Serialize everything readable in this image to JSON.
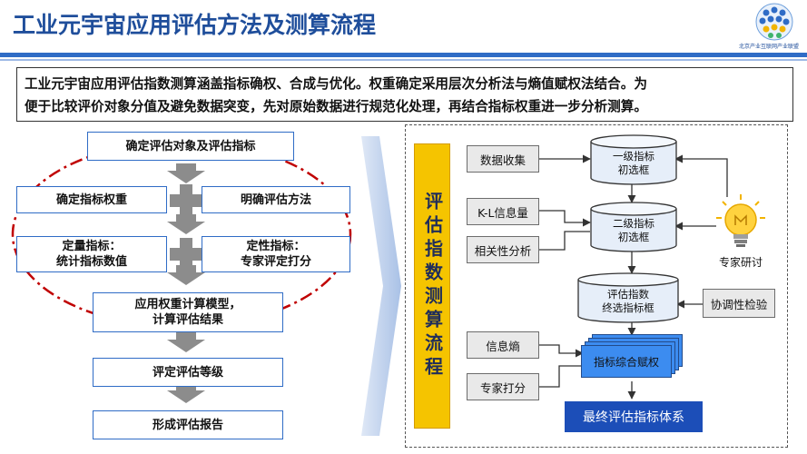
{
  "header": {
    "title": "工业元宇宙应用评估方法及测算流程",
    "logo_caption": "北京产业互联网产业联盟",
    "colors": {
      "accent": "#2f6cc6",
      "title": "#1f4e9b"
    }
  },
  "intro": {
    "line1": "工业元宇宙应用评估指数测算涵盖指标确权、合成与优化。权重确定采用层次分析法与熵值赋权法结合。为",
    "line2": "便于比较评价对象分值及避免数据突变，先对原始数据进行规范化处理，再结合指标权重进一步分析测算。"
  },
  "left_flow": {
    "step1": "确定评估对象及评估指标",
    "step2a": "确定指标权重",
    "step2b": "明确评估方法",
    "step3a_line1": "定量指标：",
    "step3a_line2": "统计指标数值",
    "step3b_line1": "定性指标：",
    "step3b_line2": "专家评定打分",
    "step4_line1": "应用权重计算模型，",
    "step4_line2": "计算评估结果",
    "step5": "评定评估等级",
    "step6": "形成评估报告"
  },
  "right_flow": {
    "vertical_title": "评估指数测算流程",
    "data_collect": "数据收集",
    "kl_info": "K-L信息量",
    "correlation": "相关性分析",
    "level1_line1": "一级指标",
    "level1_line2": "初选框",
    "level2_line1": "二级指标",
    "level2_line2": "初选框",
    "final_select_line1": "评估指数",
    "final_select_line2": "终选指标框",
    "coordination": "协调性检验",
    "info_entropy": "信息熵",
    "expert_score": "专家打分",
    "composite_weight": "指标综合赋权",
    "final_system": "最终评估指标体系",
    "expert_research": "专家研讨"
  },
  "icons": {
    "logo": "globe-dots-logo",
    "bulb": "lightbulb-icon",
    "plus": "plus-icon",
    "chevron": "chevron-right-icon"
  }
}
